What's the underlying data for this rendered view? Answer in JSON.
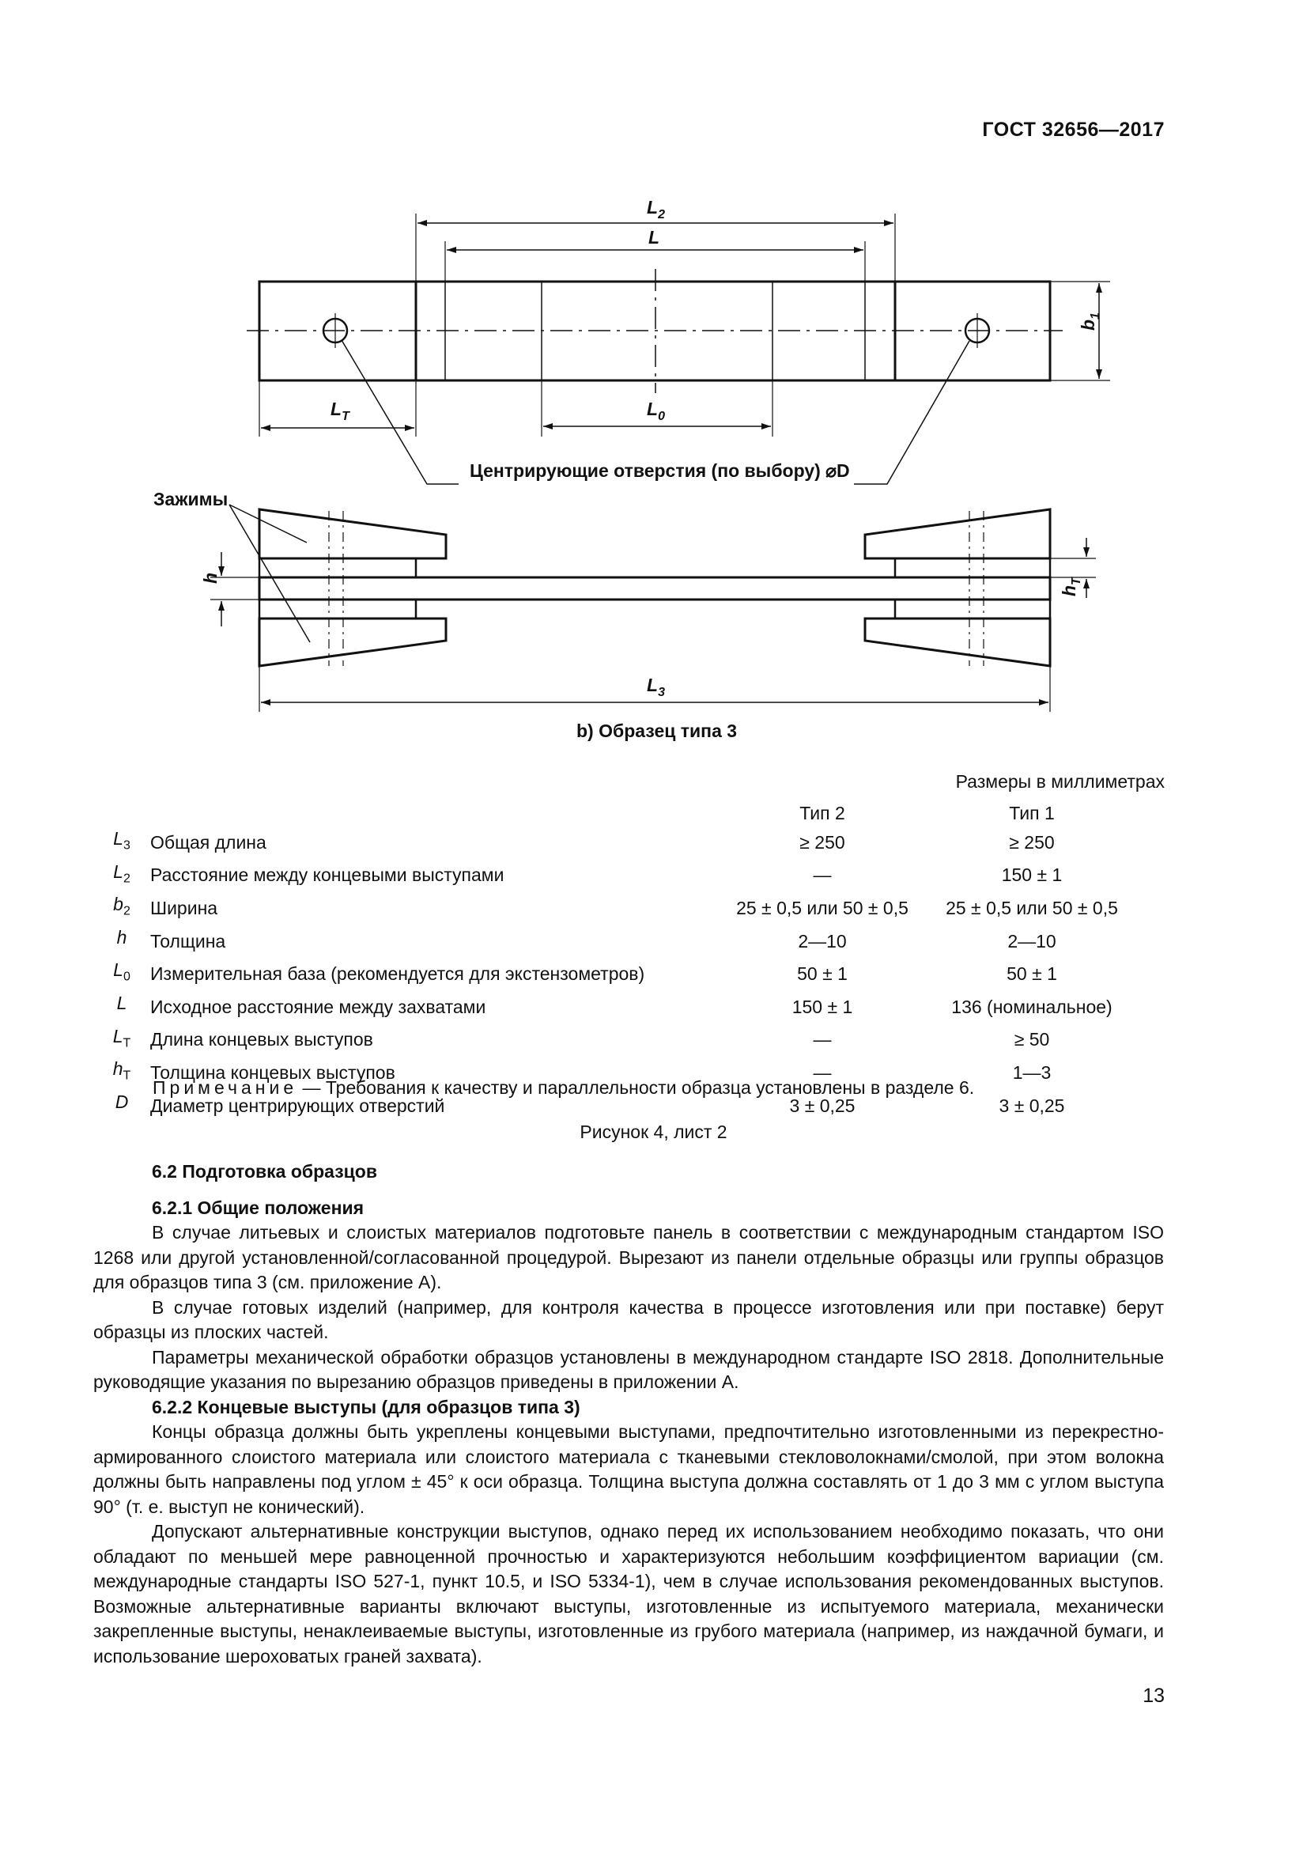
{
  "header": {
    "standard": "ГОСТ 32656—2017"
  },
  "figure": {
    "labels": {
      "L2": "L",
      "L2_sub": "2",
      "L": "L",
      "b1": "b",
      "b1_sub": "1",
      "LT": "L",
      "LT_sub": "T",
      "L0": "L",
      "L0_sub": "0",
      "holes": "Центрирующие отверстия (по выбору) ⌀D",
      "clamps": "Зажимы",
      "h": "h",
      "hT": "h",
      "hT_sub": "T",
      "L3": "L",
      "L3_sub": "3"
    },
    "caption_b": "b) Образец типа 3"
  },
  "table": {
    "units": "Размеры в миллиметрах",
    "col_type2": "Тип 2",
    "col_type1": "Тип 1",
    "rows": [
      {
        "sym": "L",
        "sub": "3",
        "desc": "Общая длина",
        "t2": "≥ 250",
        "t1": "≥ 250"
      },
      {
        "sym": "L",
        "sub": "2",
        "desc": "Расстояние между концевыми выступами",
        "t2": "—",
        "t1": "150 ± 1"
      },
      {
        "sym": "b",
        "sub": "2",
        "desc": "Ширина",
        "t2": "25 ± 0,5 или 50 ± 0,5",
        "t1": "25 ± 0,5 или 50 ± 0,5"
      },
      {
        "sym": "h",
        "sub": "",
        "desc": "Толщина",
        "t2": "2—10",
        "t1": "2—10"
      },
      {
        "sym": "L",
        "sub": "0",
        "desc": "Измерительная база (рекомендуется для экстензометров)",
        "t2": "50 ± 1",
        "t1": "50 ± 1"
      },
      {
        "sym": "L",
        "sub": "",
        "desc": "Исходное расстояние между захватами",
        "t2": "150 ± 1",
        "t1": "136 (номинальное)"
      },
      {
        "sym": "L",
        "sub": "T",
        "desc": "Длина концевых выступов",
        "t2": "—",
        "t1": "≥ 50"
      },
      {
        "sym": "h",
        "sub": "T",
        "desc": "Толщина концевых выступов",
        "t2": "—",
        "t1": "1—3"
      },
      {
        "sym": "D",
        "sub": "",
        "desc": "Диаметр центрирующих отверстий",
        "t2": "3 ± 0,25",
        "t1": "3 ± 0,25"
      }
    ]
  },
  "note": {
    "label": "Примечание",
    "text": " — Требования к качеству и параллельности образца установлены в разделе 6."
  },
  "figure_caption": "Рисунок 4, лист 2",
  "section": {
    "h62": "6.2 Подготовка образцов",
    "h621": "6.2.1 Общие положения",
    "p621a": "В случае литьевых и слоистых материалов подготовьте панель в соответствии с международным стандартом ISO 1268 или другой установленной/согласованной процедурой. Вырезают из панели отдельные образцы или группы образцов для образцов типа 3 (см. приложение А).",
    "p621b": "В случае готовых изделий (например, для контроля качества в процессе изготовления или при поставке) берут образцы из плоских частей.",
    "p621c": "Параметры механической обработки образцов установлены в международном стандарте ISO 2818. Дополнительные руководящие указания по вырезанию образцов приведены в приложении А.",
    "h622": "6.2.2 Концевые выступы (для образцов типа 3)",
    "p622a": "Концы образца должны быть укреплены концевыми выступами, предпочтительно изготовленными из перекрестно-армированного слоистого материала или слоистого материала с тканевыми стекловолокнами/смолой, при этом волокна должны быть направлены под углом ± 45° к оси образца. Толщина выступа должна составлять от 1 до 3 мм с углом выступа 90° (т. е. выступ не конический).",
    "p622b": "Допускают альтернативные конструкции выступов, однако перед их использованием необходимо показать, что они обладают по меньшей мере равноценной прочностью и характеризуются небольшим коэффициентом вариации (см. международные стандарты ISO 527-1, пункт 10.5, и ISO 5334-1), чем в случае использования рекомендованных выступов. Возможные альтернативные варианты включают выступы, изготовленные из испытуемого материала, механически закрепленные выступы, ненаклеиваемые выступы, изготовленные из грубого материала (например, из наждачной бумаги, и использование шероховатых граней захвата)."
  },
  "page_number": "13"
}
